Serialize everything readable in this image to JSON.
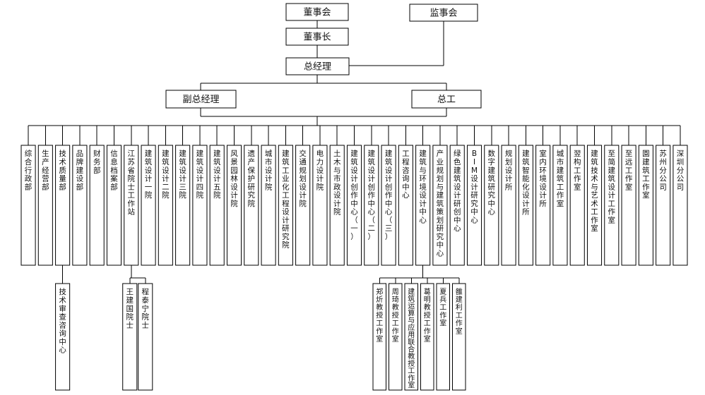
{
  "org": {
    "board": "董事会",
    "supervisory_board": "监事会",
    "chairman": "董事长",
    "general_manager": "总经理",
    "deputy_general_manager": "副总经理",
    "chief_engineer": "总工",
    "departments": [
      "综合行政部",
      "生产经营部",
      "技术质量部",
      "品牌建设部",
      "财务部",
      "信息档案部",
      "江苏省院士工作站",
      "建筑设计一院",
      "建筑设计二院",
      "建筑设计三院",
      "建筑设计四院",
      "建筑设计五院",
      "风景园林设计院",
      "遗产保护研究院",
      "城市设计院",
      "建筑工业化工程设计研究院",
      "交通规划设计院",
      "电力设计院",
      "土木与市政设计院",
      "建筑设计创作中心（一）",
      "建筑设计创作中心（二）",
      "建筑设计创作中心（三）",
      "工程咨询中心",
      "建筑与环境设计中心",
      "产业规划与建筑策划研究中心",
      "绿色建筑设计研创中心",
      "BIM设计研究中心",
      "数字建筑研究中心",
      "规划设计所",
      "建筑智能化设计所",
      "室内环境设计所",
      "城市建筑工作室",
      "翌构工作室",
      "建筑技术与艺术工作室",
      "至简建筑设计工作室",
      "至远工作室",
      "園建筑工作室",
      "苏州分公司",
      "深圳分公司"
    ],
    "tech_sub": [
      "技术审查咨询中心"
    ],
    "academician_subs": [
      "王建国院士",
      "程泰宁院士"
    ],
    "studio_subs": [
      "郑炘教授工作室",
      "周琦教授工作室",
      "建筑运算与应用联合教授工作室",
      "葛明教授工作室",
      "夏兵工作室",
      "雒建利工作室"
    ]
  }
}
